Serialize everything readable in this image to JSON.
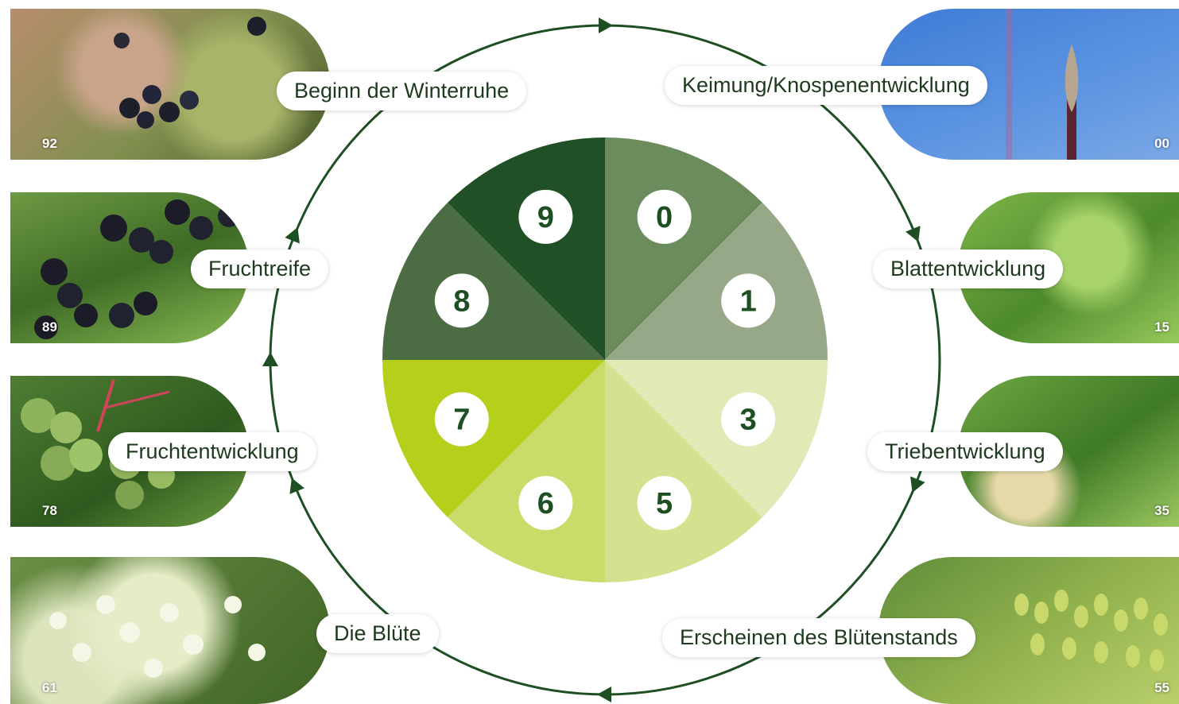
{
  "colors": {
    "ring": "#1d4f23",
    "seg0": "#6c8c5e",
    "seg1": "#96a887",
    "seg3": "#e0eab6",
    "seg5": "#d3e28e",
    "seg6": "#c9dc6a",
    "seg7": "#b6cf1b",
    "seg8": "#4c6d43",
    "seg9": "#1f5026",
    "badge_text": "#1d4f23"
  },
  "wheel": {
    "segments": [
      {
        "number": "0"
      },
      {
        "number": "1"
      },
      {
        "number": "3"
      },
      {
        "number": "5"
      },
      {
        "number": "6"
      },
      {
        "number": "7"
      },
      {
        "number": "8"
      },
      {
        "number": "9"
      }
    ]
  },
  "stages": [
    {
      "label": "Beginn der Winterruhe",
      "code": "92",
      "photo": "black-berries-autumn-leaves"
    },
    {
      "label": "Fruchtreife",
      "code": "89",
      "photo": "ripe-black-berries"
    },
    {
      "label": "Fruchtentwicklung",
      "code": "78",
      "photo": "green-fruits"
    },
    {
      "label": "Die Blüte",
      "code": "61",
      "photo": "white-flowers"
    },
    {
      "label": "Keimung/Knospenentwicklung",
      "code": "00",
      "photo": "bud-blue-sky"
    },
    {
      "label": "Blattentwicklung",
      "code": "15",
      "photo": "young-leaves"
    },
    {
      "label": "Triebentwicklung",
      "code": "35",
      "photo": "shoots"
    },
    {
      "label": "Erscheinen des Blütenstands",
      "code": "55",
      "photo": "flower-buds"
    }
  ]
}
